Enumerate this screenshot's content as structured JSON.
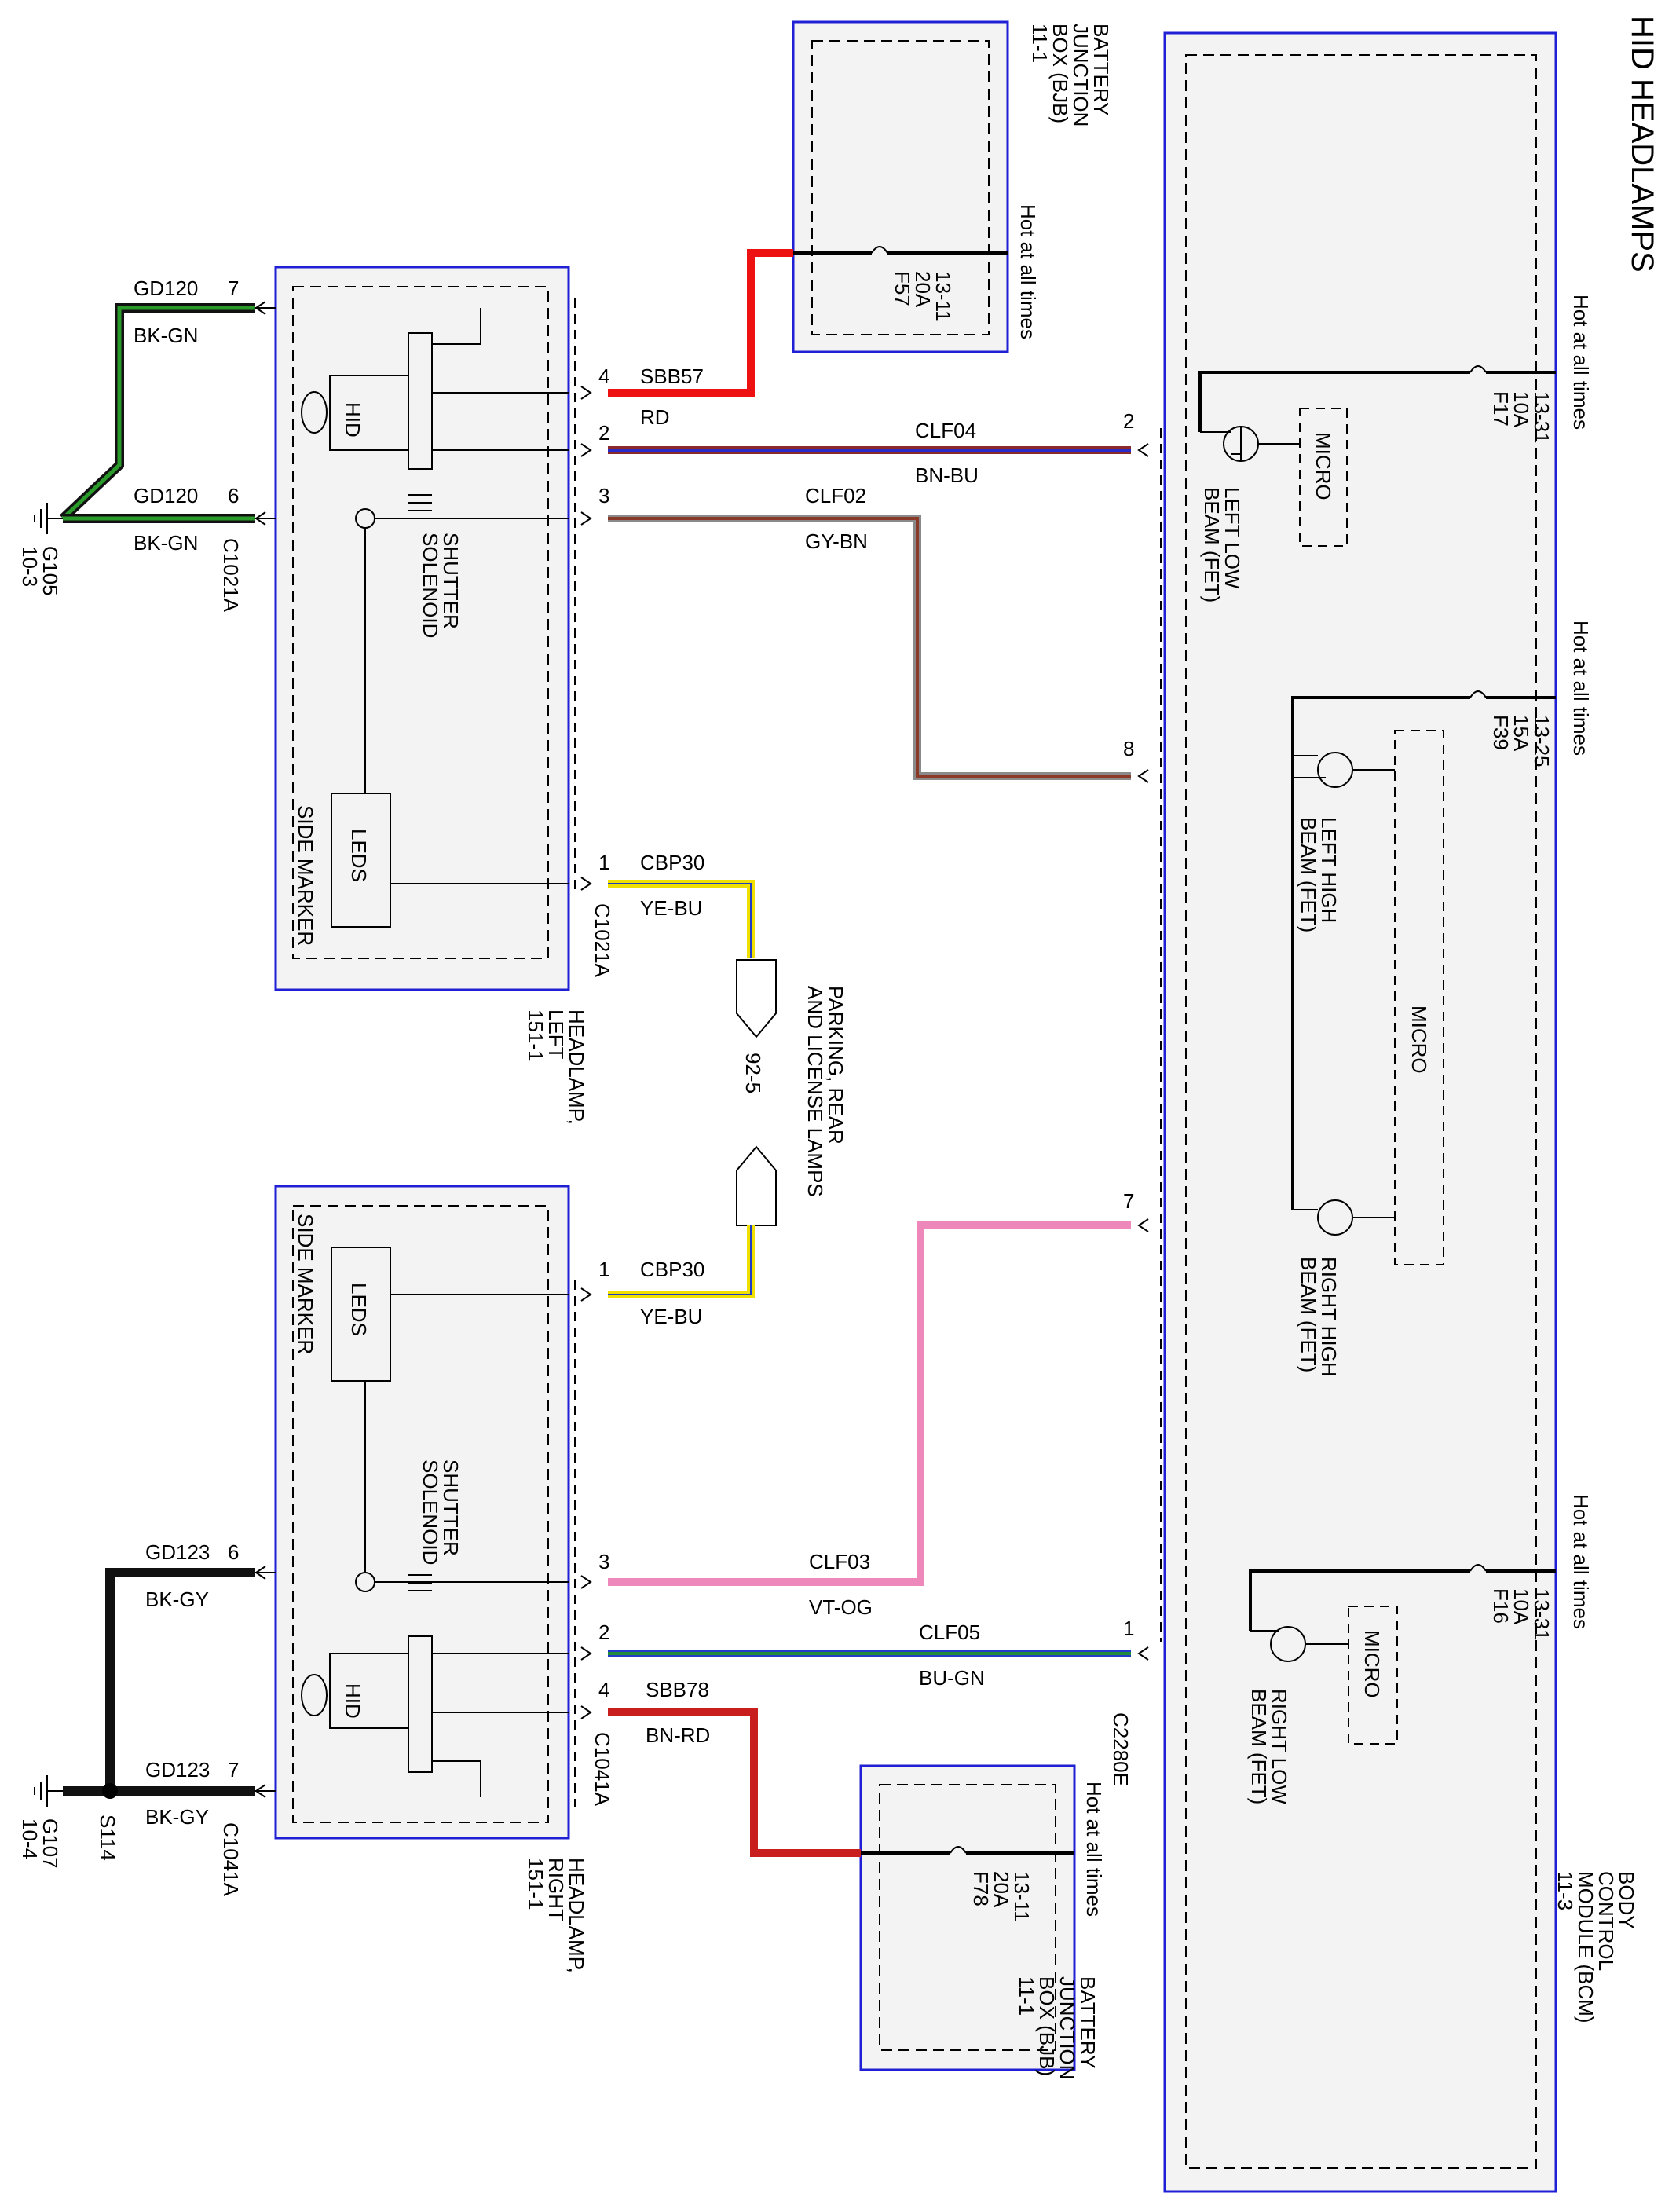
{
  "title": "HID HEADLAMPS",
  "colors": {
    "box_border": "#1f1fd6",
    "box_fill": "#f3f3f3",
    "wire_rd": "#ee1111",
    "wire_bn_rd": "#c81e1e",
    "wire_bn_bu_a": "#8b2a2a",
    "wire_bn_bu_b": "#2a2ac8",
    "wire_gy_bn_a": "#8a8a8a",
    "wire_gy_bn_b": "#8b3a2a",
    "wire_vt_og": "#ee88bb",
    "wire_bu_gn_a": "#1e3cc8",
    "wire_bu_gn_b": "#1e8c3c",
    "wire_ye_bu": "#f0e000",
    "wire_bk_gn_a": "#111111",
    "wire_bk_gn_b": "#2a9a2a"
  },
  "bcm": {
    "name_lines": [
      "BODY",
      "CONTROL",
      "MODULE (BCM)",
      "11-3"
    ],
    "hot": [
      "Hot at all times",
      "Hot at all times",
      "Hot at all times"
    ],
    "fuses": [
      {
        "lines": [
          "F17",
          "10A",
          "13-31"
        ]
      },
      {
        "lines": [
          "F39",
          "15A",
          "13-25"
        ]
      },
      {
        "lines": [
          "F16",
          "10A",
          "13-31"
        ]
      }
    ],
    "micro": [
      "MICRO",
      "MICRO",
      "MICRO"
    ],
    "fets": [
      {
        "lines": [
          "LEFT LOW",
          "BEAM (FET)"
        ]
      },
      {
        "lines": [
          "LEFT HIGH",
          "BEAM (FET)"
        ]
      },
      {
        "lines": [
          "RIGHT HIGH",
          "BEAM (FET)"
        ]
      },
      {
        "lines": [
          "RIGHT LOW",
          "BEAM (FET)"
        ]
      }
    ],
    "pins": [
      "2",
      "8",
      "7",
      "1"
    ],
    "connector": "C2280E"
  },
  "bjb_left": {
    "name_lines": [
      "BATTERY",
      "JUNCTION",
      "BOX (BJB)",
      "11-1"
    ],
    "hot": "Hot at all times",
    "fuse_lines": [
      "F57",
      "20A",
      "13-11"
    ]
  },
  "bjb_right": {
    "name_lines": [
      "BATTERY",
      "JUNCTION",
      "BOX (BJB)",
      "11-1"
    ],
    "hot": "Hot at all times",
    "fuse_lines": [
      "F78",
      "20A",
      "13-11"
    ]
  },
  "headlamp_left": {
    "name_lines": [
      "HEADLAMP,",
      "LEFT",
      "151-1"
    ],
    "hid": "HID",
    "shutter_lines": [
      "SHUTTER",
      "SOLENOID"
    ],
    "leds": "LEDS",
    "side_marker": "SIDE MARKER",
    "connector_top": "C1021A",
    "connector_bottom": "C1021A"
  },
  "headlamp_right": {
    "name_lines": [
      "HEADLAMP,",
      "RIGHT",
      "151-1"
    ],
    "hid": "HID",
    "shutter_lines": [
      "SHUTTER",
      "SOLENOID"
    ],
    "leds": "LEDS",
    "side_marker": "SIDE MARKER",
    "connector_top": "C1041A",
    "connector_bottom": "C1041A"
  },
  "wires": {
    "sbb57": {
      "circuit": "SBB57",
      "color": "RD",
      "pin": "4"
    },
    "clf04": {
      "circuit": "CLF04",
      "color": "BN-BU",
      "pin": "2"
    },
    "clf02": {
      "circuit": "CLF02",
      "color": "GY-BN",
      "pin": "3"
    },
    "cbp30_left": {
      "circuit": "CBP30",
      "color": "YE-BU",
      "pin": "1"
    },
    "cbp30_right": {
      "circuit": "CBP30",
      "color": "YE-BU",
      "pin": "1"
    },
    "clf03": {
      "circuit": "CLF03",
      "color": "VT-OG",
      "pin": "3"
    },
    "clf05": {
      "circuit": "CLF05",
      "color": "BU-GN",
      "pin": "2"
    },
    "sbb78": {
      "circuit": "SBB78",
      "color": "BN-RD",
      "pin": "4"
    },
    "gd120_a": {
      "circuit": "GD120",
      "color": "BK-GN",
      "pin": "7"
    },
    "gd120_b": {
      "circuit": "GD120",
      "color": "BK-GN",
      "pin": "6"
    },
    "gd123_a": {
      "circuit": "GD123",
      "color": "BK-GY",
      "pin": "6"
    },
    "gd123_b": {
      "circuit": "GD123",
      "color": "BK-GY",
      "pin": "7"
    }
  },
  "grounds": {
    "g105": [
      "G105",
      "10-3"
    ],
    "g107": [
      "G107",
      "10-4"
    ],
    "s114": "S114"
  },
  "parking": {
    "name_lines": [
      "PARKING, REAR",
      "AND LICENSE LAMPS"
    ],
    "page": "92-5"
  }
}
